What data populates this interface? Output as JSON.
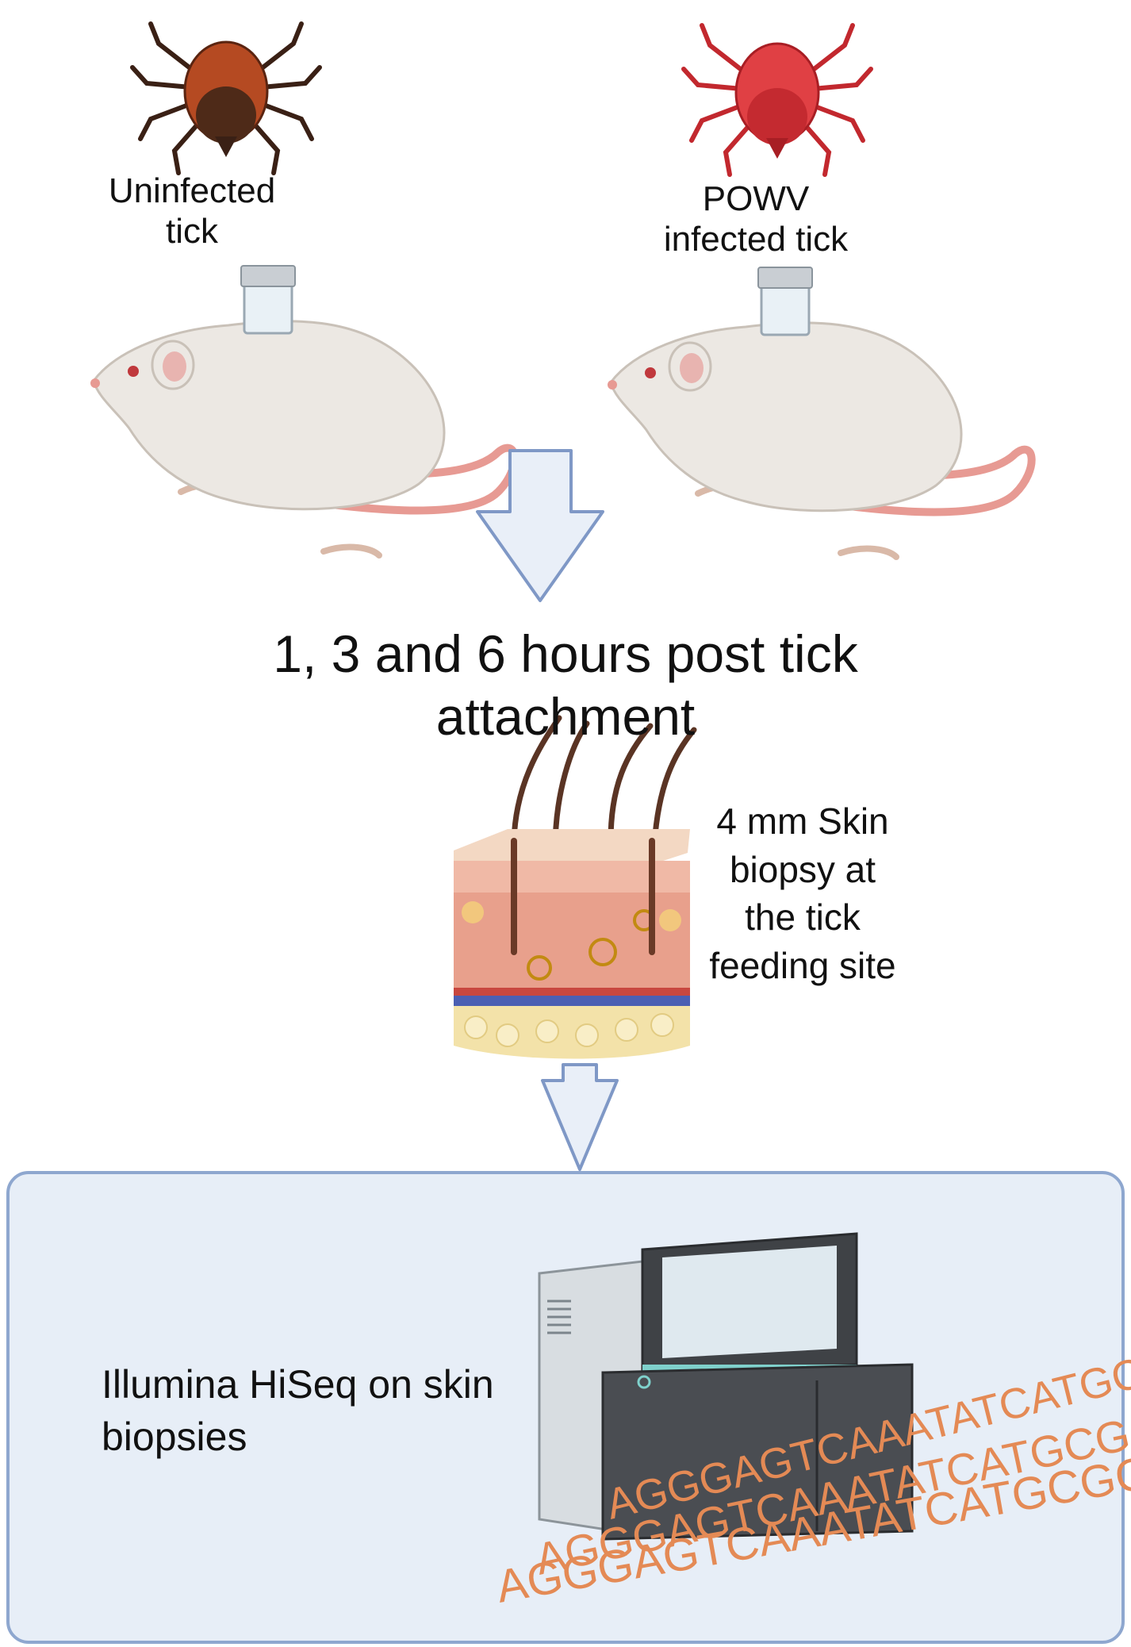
{
  "labels": {
    "uninfected": "Uninfected\ntick",
    "infected": "POWV\ninfected tick",
    "timepoints": "1, 3 and 6 hours post tick attachment",
    "biopsy": "4 mm Skin biopsy at the tick feeding site",
    "sequencing": "Illumina HiSeq on skin biopsies"
  },
  "dna_rows": [
    "AGGGAGTCAAATATCATGCGCAT",
    "AGGGAGTCAAATATCATGCG",
    "AGGGAGTCAAATATCATGCGCAT"
  ],
  "colors": {
    "arrow_fill": "#e9eff8",
    "arrow_stroke": "#7f98c6",
    "panel_fill": "#e7eef7",
    "panel_stroke": "#8ea7cf",
    "uninfected_tick": "#8a3a1c",
    "infected_tick": "#d8343a",
    "mouse_body": "#ece8e3",
    "mouse_tail": "#e79a93",
    "dna_text": "#e48a55",
    "sequencer_body": "#3f4246"
  },
  "icons": [
    "tick-icon",
    "mouse-icon",
    "skin-biopsy-icon",
    "sequencer-icon",
    "down-arrow-icon"
  ]
}
